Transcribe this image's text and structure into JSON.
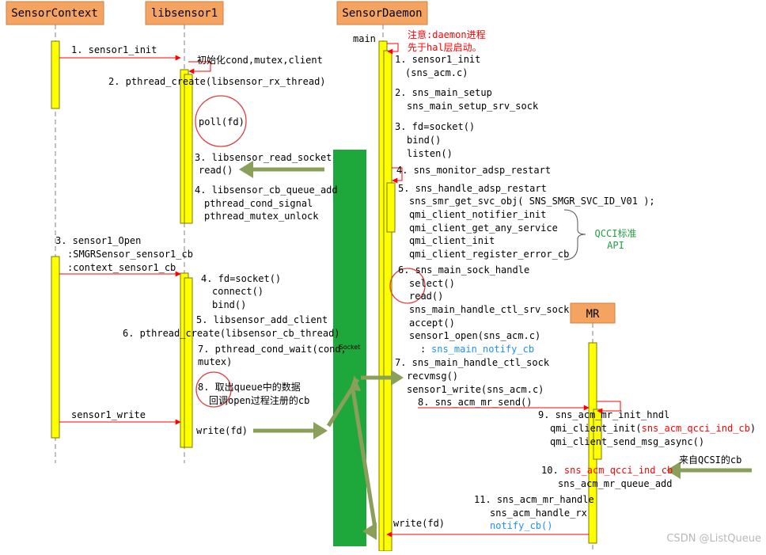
{
  "participants": {
    "sensor_context": "SensorContext",
    "libsensor1": "libsensor1",
    "sensor_daemon": "SensorDaemon",
    "mr": "MR"
  },
  "colors": {
    "header_fill": "#f4a460",
    "activation_fill": "#ffff00",
    "socket_fill": "#1ea83c",
    "arrow_green": "#8aa05a",
    "arrow_red": "#ff0000"
  },
  "sensor_context": {
    "m1": "1. sensor1_init",
    "m3a": "3. sensor1_Open",
    "m3b": ":SMGRSensor_sensor1_cb",
    "m3c": ":context_sensor1_cb",
    "m_write": "sensor1_write"
  },
  "libsensor": {
    "init_note": "初始化cond,mutex,client",
    "s2": "2. pthread_create(libsensor_rx_thread)",
    "poll": "poll(fd)",
    "s3a": "3. libsensor_read_socket",
    "s3b": "read()",
    "s4a": "4. libsensor_cb_queue_add",
    "s4b": "pthread_cond_signal",
    "s4c": "pthread_mutex_unlock",
    "o4a": "4. fd=socket()",
    "o4b": "connect()",
    "o4c": "bind()",
    "o5": "5. libsensor_add_client",
    "o6": "6. pthread_create(libsensor_cb_thread)",
    "o7a": "7. pthread_cond_wait(cond,",
    "o7b": "mutex)",
    "o8a": "8. 取出queue中的数据",
    "o8b": "回调open过程注册的cb",
    "write_fd": "write(fd)"
  },
  "socket": {
    "label": "Socket"
  },
  "daemon": {
    "main": "main",
    "note_a": "注意:daemon进程",
    "note_b": "先于hal层启动。",
    "d1a": "1. sensor1_init",
    "d1b": "(sns_acm.c)",
    "d2a": "2. sns_main_setup",
    "d2b": "sns_main_setup_srv_sock",
    "d3a": "3. fd=socket()",
    "d3b": "bind()",
    "d3c": "listen()",
    "d4": "4. sns_monitor_adsp_restart",
    "d5a": "5. sns_handle_adsp_restart",
    "d5b": "sns_smr_get_svc_obj( SNS_SMGR_SVC_ID_V01 );",
    "d5c": "qmi_client_notifier_init",
    "d5d": "qmi_client_get_any_service",
    "d5e": "qmi_client_init",
    "d5f": "qmi_client_register_error_cb",
    "qcci_a": "QCCI标准",
    "qcci_b": "API",
    "d6a": "6. sns_main_sock_handle",
    "d6b": "select()",
    "d6c": "read()",
    "d6d": "sns_main_handle_ctl_srv_sock",
    "d6e": "accept()",
    "d6f": "sensor1_open(sns_acm.c)",
    "d6g_colon": ":",
    "d6g": "sns_main_notify_cb",
    "d7a": "7. sns_main_handle_ctl_sock",
    "d7b": "recvmsg()",
    "d7c": "sensor1_write(sns_acm.c)",
    "d8": "8. sns_acm_mr_send()",
    "d_write": "write(fd)"
  },
  "mr": {
    "m9a": "9. sns_acm_mr_init_hndl",
    "m9b": "qmi_client_init(",
    "m9b_red": "sns_acm_qcci_ind_cb",
    "m9b_end": ")",
    "m9c": "qmi_client_send_msg_async()",
    "qcsi": "来自QCSI的cb",
    "m10_num": "10. ",
    "m10_red": "sns_acm_qcci_ind_cb",
    "m10b": "sns_acm_mr_queue_add",
    "m11a": "11. sns_acm_mr_handle",
    "m11b": "sns_acm_handle_rx",
    "m11c": "notify_cb()"
  },
  "watermark": "CSDN @ListQueue"
}
